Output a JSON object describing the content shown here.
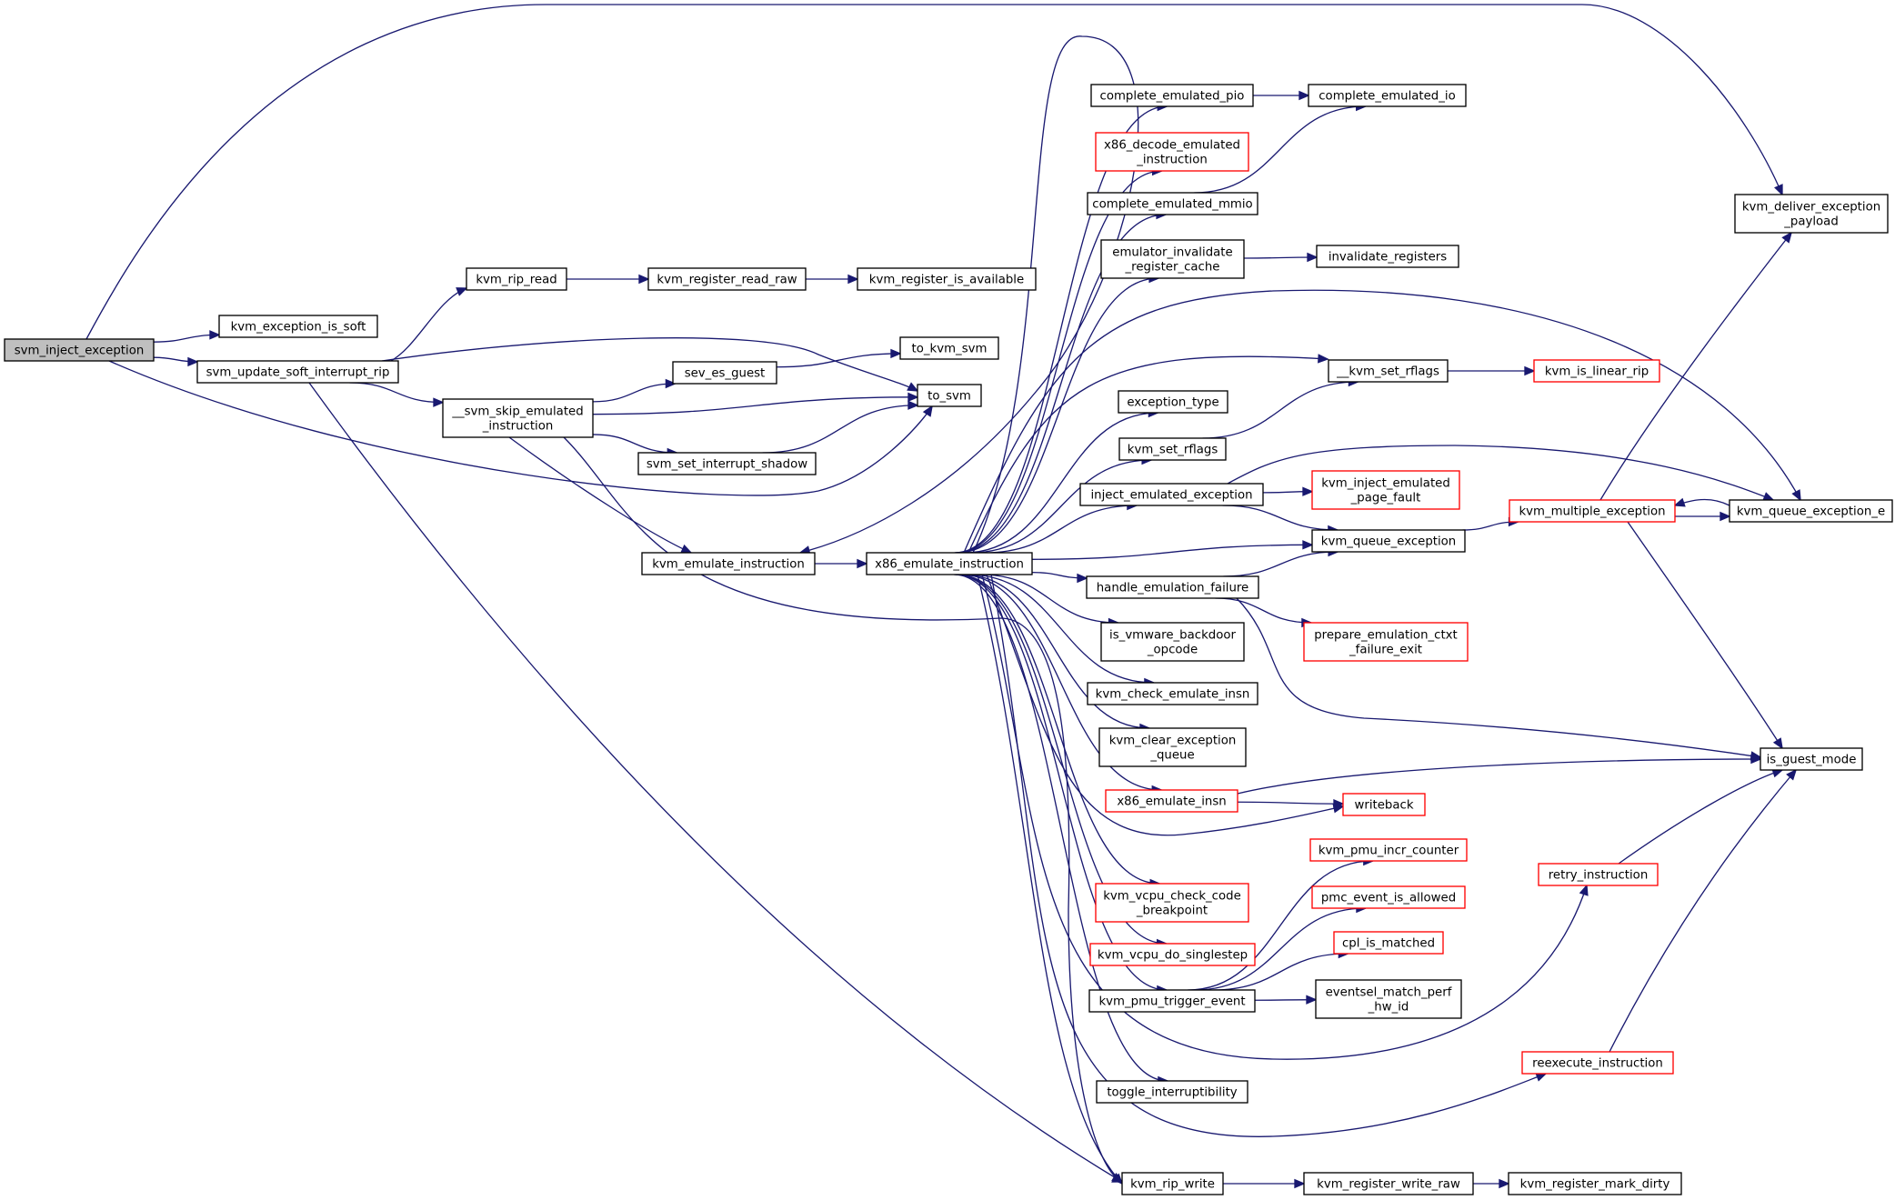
{
  "colors": {
    "edge": "#191970",
    "node_border_normal": "#000000",
    "node_border_truncated": "#ff0000",
    "root_fill": "#bfbfbf",
    "node_fill": "#ffffff"
  },
  "nodes": [
    {
      "id": "svm_inject_exception",
      "lines": [
        "svm_inject_exception"
      ],
      "root": true
    },
    {
      "id": "kvm_exception_is_soft",
      "lines": [
        "kvm_exception_is_soft"
      ]
    },
    {
      "id": "svm_update_soft_interrupt_rip",
      "lines": [
        "svm_update_soft_interrupt_rip"
      ]
    },
    {
      "id": "kvm_rip_read",
      "lines": [
        "kvm_rip_read"
      ]
    },
    {
      "id": "kvm_register_read_raw",
      "lines": [
        "kvm_register_read_raw"
      ]
    },
    {
      "id": "kvm_register_is_available",
      "lines": [
        "kvm_register_is_available"
      ]
    },
    {
      "id": "__svm_skip_emulated_instruction",
      "lines": [
        "__svm_skip_emulated",
        "_instruction"
      ]
    },
    {
      "id": "sev_es_guest",
      "lines": [
        "sev_es_guest"
      ]
    },
    {
      "id": "to_kvm_svm",
      "lines": [
        "to_kvm_svm"
      ]
    },
    {
      "id": "to_svm",
      "lines": [
        "to_svm"
      ]
    },
    {
      "id": "svm_set_interrupt_shadow",
      "lines": [
        "svm_set_interrupt_shadow"
      ]
    },
    {
      "id": "kvm_emulate_instruction",
      "lines": [
        "kvm_emulate_instruction"
      ]
    },
    {
      "id": "x86_emulate_instruction",
      "lines": [
        "x86_emulate_instruction"
      ]
    },
    {
      "id": "complete_emulated_pio",
      "lines": [
        "complete_emulated_pio"
      ]
    },
    {
      "id": "complete_emulated_io",
      "lines": [
        "complete_emulated_io"
      ]
    },
    {
      "id": "x86_decode_emulated_instruction",
      "lines": [
        "x86_decode_emulated",
        "_instruction"
      ],
      "truncated": true
    },
    {
      "id": "complete_emulated_mmio",
      "lines": [
        "complete_emulated_mmio"
      ]
    },
    {
      "id": "emulator_invalidate_register_cache",
      "lines": [
        "emulator_invalidate",
        "_register_cache"
      ]
    },
    {
      "id": "invalidate_registers",
      "lines": [
        "invalidate_registers"
      ]
    },
    {
      "id": "kvm_deliver_exception_payload",
      "lines": [
        "kvm_deliver_exception",
        "_payload"
      ]
    },
    {
      "id": "__kvm_set_rflags",
      "lines": [
        "__kvm_set_rflags"
      ]
    },
    {
      "id": "kvm_is_linear_rip",
      "lines": [
        "kvm_is_linear_rip"
      ],
      "truncated": true
    },
    {
      "id": "exception_type",
      "lines": [
        "exception_type"
      ]
    },
    {
      "id": "kvm_set_rflags",
      "lines": [
        "kvm_set_rflags"
      ]
    },
    {
      "id": "inject_emulated_exception",
      "lines": [
        "inject_emulated_exception"
      ]
    },
    {
      "id": "kvm_inject_emulated_page_fault",
      "lines": [
        "kvm_inject_emulated",
        "_page_fault"
      ],
      "truncated": true
    },
    {
      "id": "kvm_multiple_exception",
      "lines": [
        "kvm_multiple_exception"
      ],
      "truncated": true
    },
    {
      "id": "kvm_queue_exception_e",
      "lines": [
        "kvm_queue_exception_e"
      ]
    },
    {
      "id": "kvm_queue_exception",
      "lines": [
        "kvm_queue_exception"
      ]
    },
    {
      "id": "handle_emulation_failure",
      "lines": [
        "handle_emulation_failure"
      ]
    },
    {
      "id": "prepare_emulation_ctxt_failure_exit",
      "lines": [
        "prepare_emulation_ctxt",
        "_failure_exit"
      ],
      "truncated": true
    },
    {
      "id": "is_vmware_backdoor_opcode",
      "lines": [
        "is_vmware_backdoor",
        "_opcode"
      ]
    },
    {
      "id": "kvm_check_emulate_insn",
      "lines": [
        "kvm_check_emulate_insn"
      ]
    },
    {
      "id": "kvm_clear_exception_queue",
      "lines": [
        "kvm_clear_exception",
        "_queue"
      ]
    },
    {
      "id": "is_guest_mode",
      "lines": [
        "is_guest_mode"
      ]
    },
    {
      "id": "x86_emulate_insn",
      "lines": [
        "x86_emulate_insn"
      ],
      "truncated": true
    },
    {
      "id": "writeback",
      "lines": [
        "writeback"
      ],
      "truncated": true
    },
    {
      "id": "kvm_pmu_incr_counter",
      "lines": [
        "kvm_pmu_incr_counter"
      ],
      "truncated": true
    },
    {
      "id": "retry_instruction",
      "lines": [
        "retry_instruction"
      ],
      "truncated": true
    },
    {
      "id": "pmc_event_is_allowed",
      "lines": [
        "pmc_event_is_allowed"
      ],
      "truncated": true
    },
    {
      "id": "kvm_vcpu_check_code_breakpoint",
      "lines": [
        "kvm_vcpu_check_code",
        "_breakpoint"
      ],
      "truncated": true
    },
    {
      "id": "cpl_is_matched",
      "lines": [
        "cpl_is_matched"
      ],
      "truncated": true
    },
    {
      "id": "kvm_vcpu_do_singlestep",
      "lines": [
        "kvm_vcpu_do_singlestep"
      ],
      "truncated": true
    },
    {
      "id": "kvm_pmu_trigger_event",
      "lines": [
        "kvm_pmu_trigger_event"
      ]
    },
    {
      "id": "eventsel_match_perf_hw_id",
      "lines": [
        "eventsel_match_perf",
        "_hw_id"
      ]
    },
    {
      "id": "reexecute_instruction",
      "lines": [
        "reexecute_instruction"
      ],
      "truncated": true
    },
    {
      "id": "toggle_interruptibility",
      "lines": [
        "toggle_interruptibility"
      ]
    },
    {
      "id": "kvm_rip_write",
      "lines": [
        "kvm_rip_write"
      ]
    },
    {
      "id": "kvm_register_write_raw",
      "lines": [
        "kvm_register_write_raw"
      ]
    },
    {
      "id": "kvm_register_mark_dirty",
      "lines": [
        "kvm_register_mark_dirty"
      ]
    }
  ],
  "edges": [
    [
      "svm_inject_exception",
      "kvm_deliver_exception_payload"
    ],
    [
      "svm_inject_exception",
      "kvm_exception_is_soft"
    ],
    [
      "svm_inject_exception",
      "svm_update_soft_interrupt_rip"
    ],
    [
      "svm_inject_exception",
      "to_svm"
    ],
    [
      "svm_update_soft_interrupt_rip",
      "kvm_rip_read"
    ],
    [
      "svm_update_soft_interrupt_rip",
      "to_svm"
    ],
    [
      "svm_update_soft_interrupt_rip",
      "__svm_skip_emulated_instruction"
    ],
    [
      "svm_update_soft_interrupt_rip",
      "kvm_rip_write"
    ],
    [
      "kvm_rip_read",
      "kvm_register_read_raw"
    ],
    [
      "kvm_register_read_raw",
      "kvm_register_is_available"
    ],
    [
      "__svm_skip_emulated_instruction",
      "sev_es_guest"
    ],
    [
      "__svm_skip_emulated_instruction",
      "to_svm"
    ],
    [
      "__svm_skip_emulated_instruction",
      "svm_set_interrupt_shadow"
    ],
    [
      "__svm_skip_emulated_instruction",
      "kvm_emulate_instruction"
    ],
    [
      "__svm_skip_emulated_instruction",
      "kvm_rip_write"
    ],
    [
      "sev_es_guest",
      "to_kvm_svm"
    ],
    [
      "svm_set_interrupt_shadow",
      "to_svm"
    ],
    [
      "kvm_emulate_instruction",
      "x86_emulate_instruction"
    ],
    [
      "x86_emulate_instruction",
      "complete_emulated_pio"
    ],
    [
      "x86_emulate_instruction",
      "x86_decode_emulated_instruction"
    ],
    [
      "x86_emulate_instruction",
      "complete_emulated_mmio"
    ],
    [
      "x86_emulate_instruction",
      "emulator_invalidate_register_cache"
    ],
    [
      "x86_emulate_instruction",
      "__kvm_set_rflags"
    ],
    [
      "x86_emulate_instruction",
      "exception_type"
    ],
    [
      "x86_emulate_instruction",
      "kvm_set_rflags"
    ],
    [
      "x86_emulate_instruction",
      "inject_emulated_exception"
    ],
    [
      "x86_emulate_instruction",
      "kvm_queue_exception_e"
    ],
    [
      "x86_emulate_instruction",
      "kvm_queue_exception"
    ],
    [
      "x86_emulate_instruction",
      "handle_emulation_failure"
    ],
    [
      "x86_emulate_instruction",
      "is_vmware_backdoor_opcode"
    ],
    [
      "x86_emulate_instruction",
      "kvm_check_emulate_insn"
    ],
    [
      "x86_emulate_instruction",
      "kvm_clear_exception_queue"
    ],
    [
      "x86_emulate_instruction",
      "x86_emulate_insn"
    ],
    [
      "x86_emulate_instruction",
      "writeback"
    ],
    [
      "x86_emulate_instruction",
      "kvm_vcpu_check_code_breakpoint"
    ],
    [
      "x86_emulate_instruction",
      "kvm_vcpu_do_singlestep"
    ],
    [
      "x86_emulate_instruction",
      "kvm_pmu_trigger_event"
    ],
    [
      "x86_emulate_instruction",
      "retry_instruction"
    ],
    [
      "x86_emulate_instruction",
      "reexecute_instruction"
    ],
    [
      "x86_emulate_instruction",
      "toggle_interruptibility"
    ],
    [
      "x86_emulate_instruction",
      "kvm_rip_write"
    ],
    [
      "x86_emulate_instruction",
      "kvm_emulate_instruction"
    ],
    [
      "complete_emulated_pio",
      "complete_emulated_io"
    ],
    [
      "complete_emulated_mmio",
      "complete_emulated_io"
    ],
    [
      "emulator_invalidate_register_cache",
      "invalidate_registers"
    ],
    [
      "__kvm_set_rflags",
      "kvm_is_linear_rip"
    ],
    [
      "kvm_set_rflags",
      "__kvm_set_rflags"
    ],
    [
      "inject_emulated_exception",
      "kvm_inject_emulated_page_fault"
    ],
    [
      "inject_emulated_exception",
      "kvm_queue_exception"
    ],
    [
      "inject_emulated_exception",
      "kvm_queue_exception_e"
    ],
    [
      "kvm_queue_exception",
      "kvm_multiple_exception"
    ],
    [
      "kvm_queue_exception_e",
      "kvm_multiple_exception"
    ],
    [
      "kvm_multiple_exception",
      "kvm_deliver_exception_payload"
    ],
    [
      "kvm_multiple_exception",
      "kvm_queue_exception_e"
    ],
    [
      "kvm_multiple_exception",
      "is_guest_mode"
    ],
    [
      "handle_emulation_failure",
      "kvm_queue_exception"
    ],
    [
      "handle_emulation_failure",
      "prepare_emulation_ctxt_failure_exit"
    ],
    [
      "handle_emulation_failure",
      "is_guest_mode"
    ],
    [
      "x86_emulate_insn",
      "is_guest_mode"
    ],
    [
      "x86_emulate_insn",
      "writeback"
    ],
    [
      "kvm_pmu_trigger_event",
      "kvm_pmu_incr_counter"
    ],
    [
      "kvm_pmu_trigger_event",
      "pmc_event_is_allowed"
    ],
    [
      "kvm_pmu_trigger_event",
      "cpl_is_matched"
    ],
    [
      "kvm_pmu_trigger_event",
      "eventsel_match_perf_hw_id"
    ],
    [
      "retry_instruction",
      "is_guest_mode"
    ],
    [
      "reexecute_instruction",
      "is_guest_mode"
    ],
    [
      "kvm_rip_write",
      "kvm_register_write_raw"
    ],
    [
      "kvm_register_write_raw",
      "kvm_register_mark_dirty"
    ]
  ]
}
